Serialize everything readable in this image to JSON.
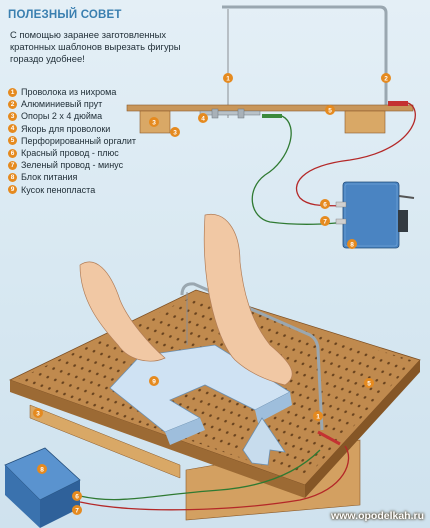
{
  "header": {
    "title": "ПОЛЕЗНЫЙ СОВЕТ",
    "description": "С помощью заранее заготовленных кратонных шаблонов вырезать фигуры гораздо удобнее!"
  },
  "legend": [
    {
      "num": "1",
      "label": "Проволока из нихрома"
    },
    {
      "num": "2",
      "label": "Алюминиевый прут"
    },
    {
      "num": "3",
      "label": "Опоры 2 х 4 дюйма"
    },
    {
      "num": "4",
      "label": "Якорь для проволоки"
    },
    {
      "num": "5",
      "label": "Перфорированный оргалит"
    },
    {
      "num": "6",
      "label": "Красный провод - плюс"
    },
    {
      "num": "7",
      "label": "Зеленый провод - минус"
    },
    {
      "num": "8",
      "label": "Блок питания"
    },
    {
      "num": "9",
      "label": "Кусок пенопласта"
    }
  ],
  "callouts": {
    "wire": "1",
    "rod": "2",
    "support": "3",
    "anchor": "4",
    "board": "5",
    "red": "6",
    "green": "7",
    "power": "8",
    "foam": "9"
  },
  "footer": {
    "site": "www.opodelkah.ru"
  },
  "colors": {
    "accent": "#3a7fb0",
    "callout": "#e58a1f",
    "wood": "#c08a4e",
    "board": "#b37a3f",
    "box": "#3d77b5"
  }
}
